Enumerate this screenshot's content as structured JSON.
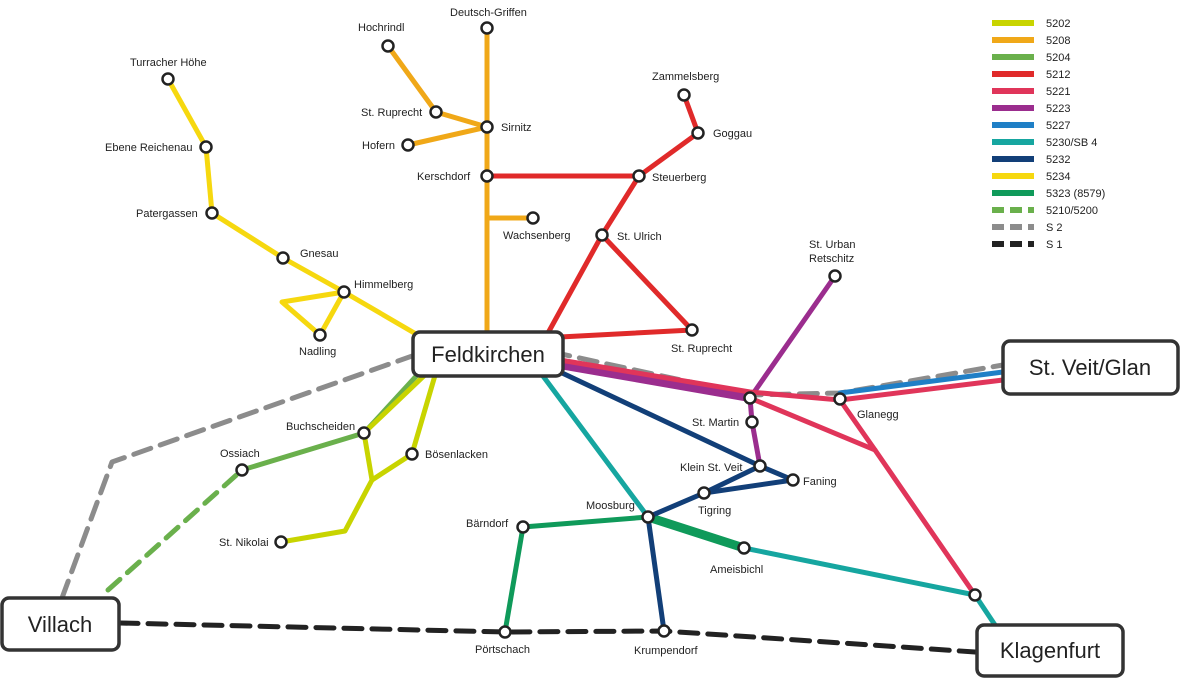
{
  "hubs": {
    "feldkirchen": "Feldkirchen",
    "stveit": "St. Veit/Glan",
    "villach": "Villach",
    "klagenfurt": "Klagenfurt"
  },
  "stops": {
    "deutsch_griffen": "Deutsch-Griffen",
    "hochrindl": "Hochrindl",
    "st_ruprecht_n": "St. Ruprecht",
    "sirnitz": "Sirnitz",
    "hofern": "Hofern",
    "kerschdorf": "Kerschdorf",
    "wachsenberg": "Wachsenberg",
    "turracher_hoehe": "Turracher Höhe",
    "ebene_reichenau": "Ebene Reichenau",
    "patergassen": "Patergassen",
    "gnesau": "Gnesau",
    "himmelberg": "Himmelberg",
    "nadling": "Nadling",
    "zammelsberg": "Zammelsberg",
    "goggau": "Goggau",
    "steuerberg": "Steuerberg",
    "st_ulrich": "St. Ulrich",
    "st_ruprecht_e": "St. Ruprecht",
    "st_urban": "St. Urban",
    "retschitz": "Retschitz",
    "st_martin": "St. Martin",
    "glanegg": "Glanegg",
    "klein_st_veit": "Klein St. Veit",
    "faning": "Faning",
    "tigring": "Tigring",
    "moosburg": "Moosburg",
    "baerndorf": "Bärndorf",
    "ameisbichl": "Ameisbichl",
    "poertschach": "Pörtschach",
    "krumpendorf": "Krumpendorf",
    "ossiach": "Ossiach",
    "buchscheiden": "Buchscheiden",
    "boesenlacken": "Bösenlacken",
    "st_nikolai": "St. Nikolai"
  },
  "legend": [
    {
      "label": "5202",
      "color": "#c8d400",
      "style": "solid"
    },
    {
      "label": "5208",
      "color": "#f0a818",
      "style": "solid"
    },
    {
      "label": "5204",
      "color": "#6ab04c",
      "style": "solid"
    },
    {
      "label": "5212",
      "color": "#e02a2a",
      "style": "solid"
    },
    {
      "label": "5221",
      "color": "#e0355a",
      "style": "solid"
    },
    {
      "label": "5223",
      "color": "#9b2d8e",
      "style": "solid"
    },
    {
      "label": "5227",
      "color": "#1f7fc6",
      "style": "solid"
    },
    {
      "label": "5230/SB 4",
      "color": "#16a6a0",
      "style": "solid"
    },
    {
      "label": "5232",
      "color": "#123f78",
      "style": "solid"
    },
    {
      "label": "5234",
      "color": "#f6d80f",
      "style": "solid"
    },
    {
      "label": "5323 (8579)",
      "color": "#0f9a5a",
      "style": "solid"
    },
    {
      "label": "5210/5200",
      "color": "#6ab04c",
      "style": "dashed"
    },
    {
      "label": "S 2",
      "color": "#8c8c8c",
      "style": "dashed"
    },
    {
      "label": "S 1",
      "color": "#222222",
      "style": "dashed"
    }
  ]
}
